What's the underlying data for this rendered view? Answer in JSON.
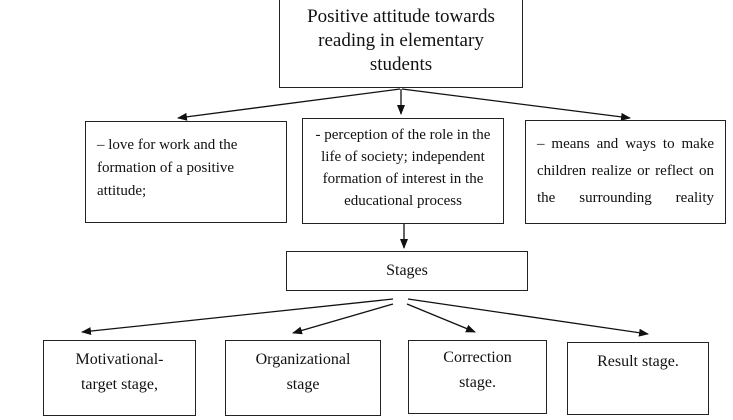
{
  "title": "Positive attitude towards reading in elementary students",
  "components": [
    {
      "text": "– love for work and the formation of a positive attitude;"
    },
    {
      "text": "- perception of the role in the life of society; independent formation of interest in the educational process"
    },
    {
      "lines": [
        "– means and ways to make",
        "children realize or reflect on",
        "the surrounding reality"
      ]
    }
  ],
  "stages_label": "Stages",
  "stages": [
    "Motivational-target stage,",
    "Organizational stage",
    "Correction stage.",
    "Result stage."
  ]
}
